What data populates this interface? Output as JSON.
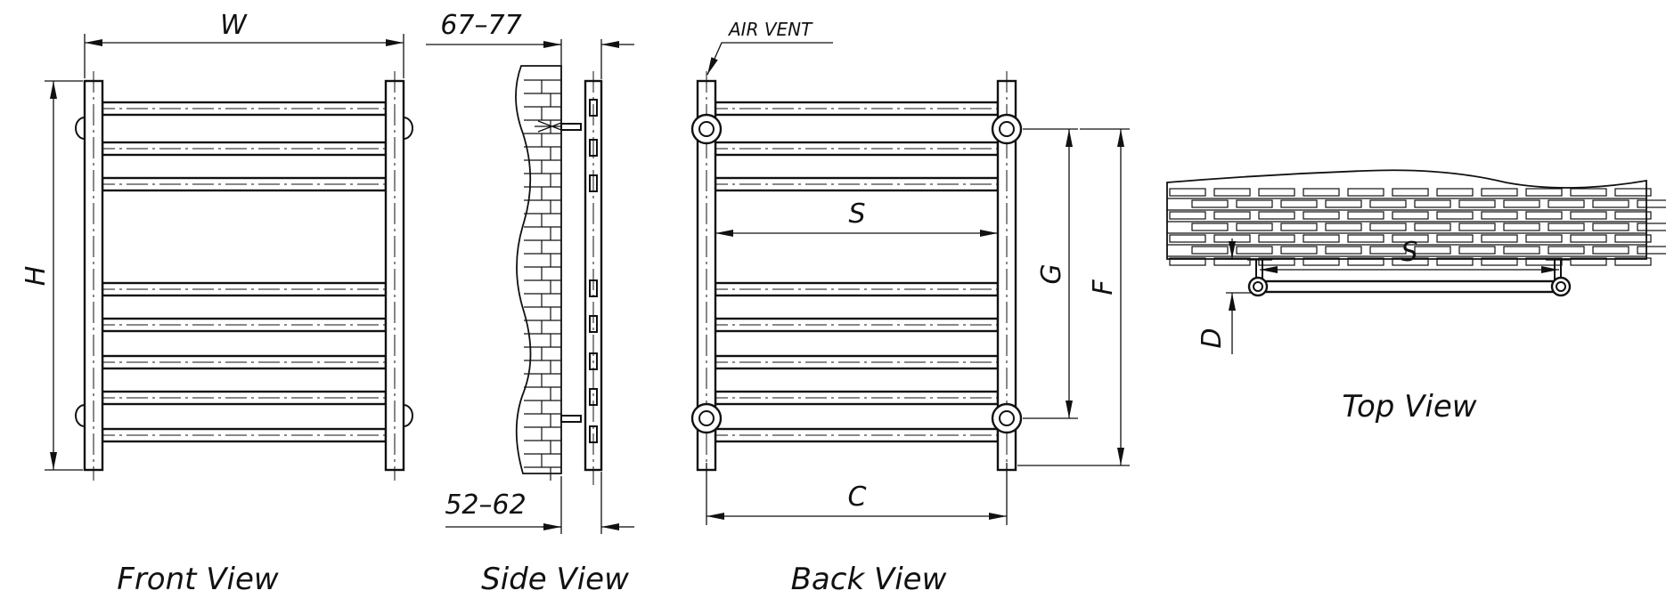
{
  "views": {
    "front": {
      "caption": "Front View",
      "width_label": "W",
      "height_label": "H"
    },
    "side": {
      "caption": "Side View",
      "top_dim": "67–77",
      "bottom_dim": "52–62"
    },
    "back": {
      "caption": "Back View",
      "air_vent_label": "AIR VENT",
      "spacing_label": "S",
      "width_label": "C",
      "inner_height_label": "G",
      "outer_height_label": "F"
    },
    "top": {
      "caption": "Top View",
      "spacing_label": "S",
      "depth_label": "D"
    }
  },
  "colors": {
    "line": "#111111",
    "background": "#ffffff"
  }
}
